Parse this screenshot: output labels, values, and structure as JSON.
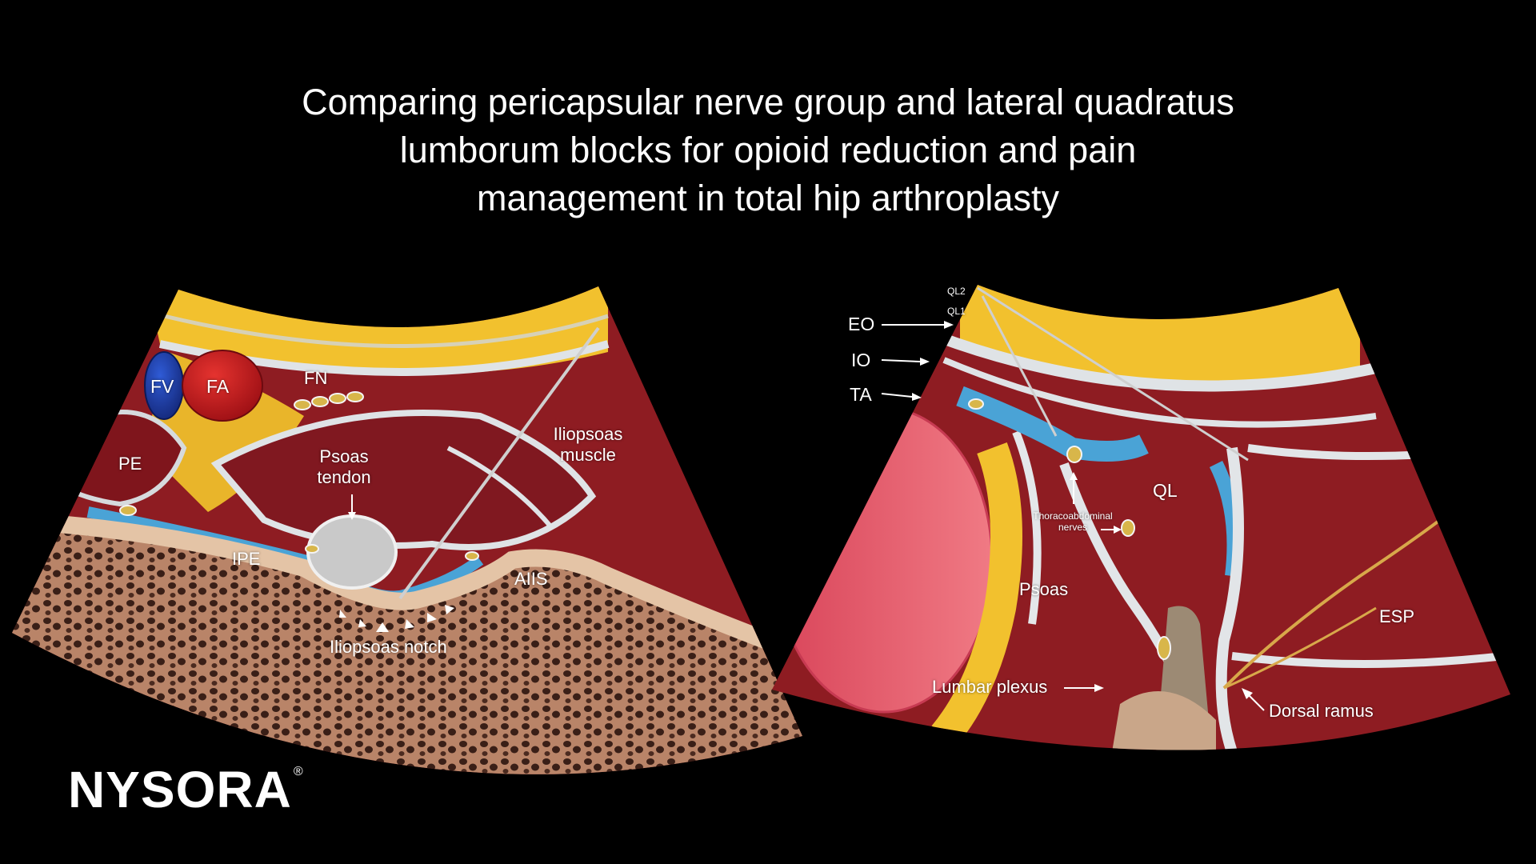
{
  "title_lines": [
    "Comparing pericapsular nerve group and lateral quadratus",
    "lumborum blocks for opioid reduction and pain",
    "management in total hip arthroplasty"
  ],
  "left_panel": {
    "labels": {
      "fv": "FV",
      "fa": "FA",
      "fn": "FN",
      "pe": "PE",
      "psoas_tendon_1": "Psoas",
      "psoas_tendon_2": "tendon",
      "iliopsoas_muscle_1": "Iliopsoas",
      "iliopsoas_muscle_2": "muscle",
      "ipe": "IPE",
      "aiis": "AIIS",
      "iliopsoas_notch": "Iliopsoas notch"
    }
  },
  "right_panel": {
    "labels": {
      "ql2": "QL2",
      "ql1": "QL1",
      "eo": "EO",
      "io": "IO",
      "ta": "TA",
      "ql": "QL",
      "thoracoabdominal_1": "Thoracoabdominal",
      "thoracoabdominal_2": "nerves",
      "psoas": "Psoas",
      "esp": "ESP",
      "lumbar_plexus": "Lumbar plexus",
      "dorsal_ramus": "Dorsal ramus"
    }
  },
  "logo": {
    "text": "NYSORA",
    "mark": "®"
  },
  "colors": {
    "background": "#000000",
    "muscle": "#8e1c22",
    "fat": "#f2c12e",
    "fascia": "#d9dde0",
    "fluid": "#4aa3d6",
    "bone": "#6b4536",
    "artery": "#c4161c",
    "vein": "#1d3a9e"
  }
}
